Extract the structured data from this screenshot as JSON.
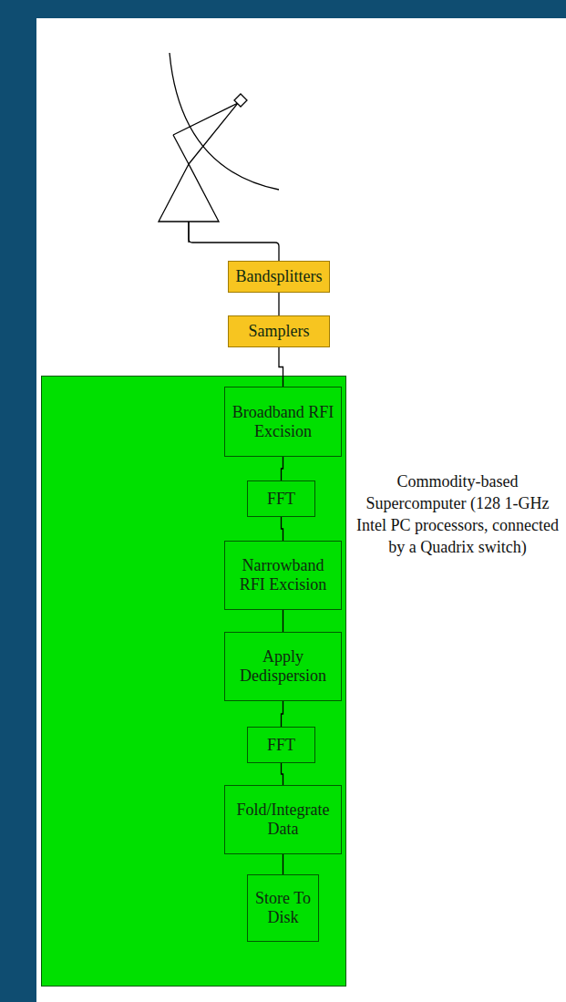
{
  "diagram": {
    "nodes": [
      {
        "text": [
          "Bandsplitters"
        ]
      },
      {
        "text": [
          "Samplers"
        ]
      },
      {
        "text": [
          "Commodity-based Supercomputer (128 1-GHz Intel PC processors, connected by a Quadrix switch)"
        ]
      },
      {
        "text": [
          "Broadband RFI Excision"
        ],
        "in": 2
      },
      {
        "text": [
          "FFT"
        ],
        "in": 2
      },
      {
        "text": [
          "Narrowband RFI Excision"
        ],
        "in": 2
      },
      {
        "text": [
          "Apply Dedispersion"
        ],
        "in": 2
      },
      {
        "text": [
          "FFT"
        ],
        "in": 2
      },
      {
        "text": [
          "Fold/Integrate Data"
        ],
        "in": 2
      },
      {
        "text": [
          "Store To Disk"
        ],
        "in": 2
      }
    ],
    "edges": [
      {
        "from": 0,
        "to": 1,
        "arrow": "none"
      },
      {
        "from": 1,
        "to": 3,
        "arrow": "none"
      },
      {
        "from": 3,
        "to": 4,
        "arrow": "none"
      },
      {
        "from": 4,
        "to": 5,
        "arrow": "none"
      },
      {
        "from": 5,
        "to": 6,
        "arrow": "none"
      },
      {
        "from": 6,
        "to": 7,
        "arrow": "none"
      },
      {
        "from": 7,
        "to": 8,
        "arrow": "none"
      },
      {
        "from": 8,
        "to": 9,
        "arrow": "none"
      }
    ]
  }
}
